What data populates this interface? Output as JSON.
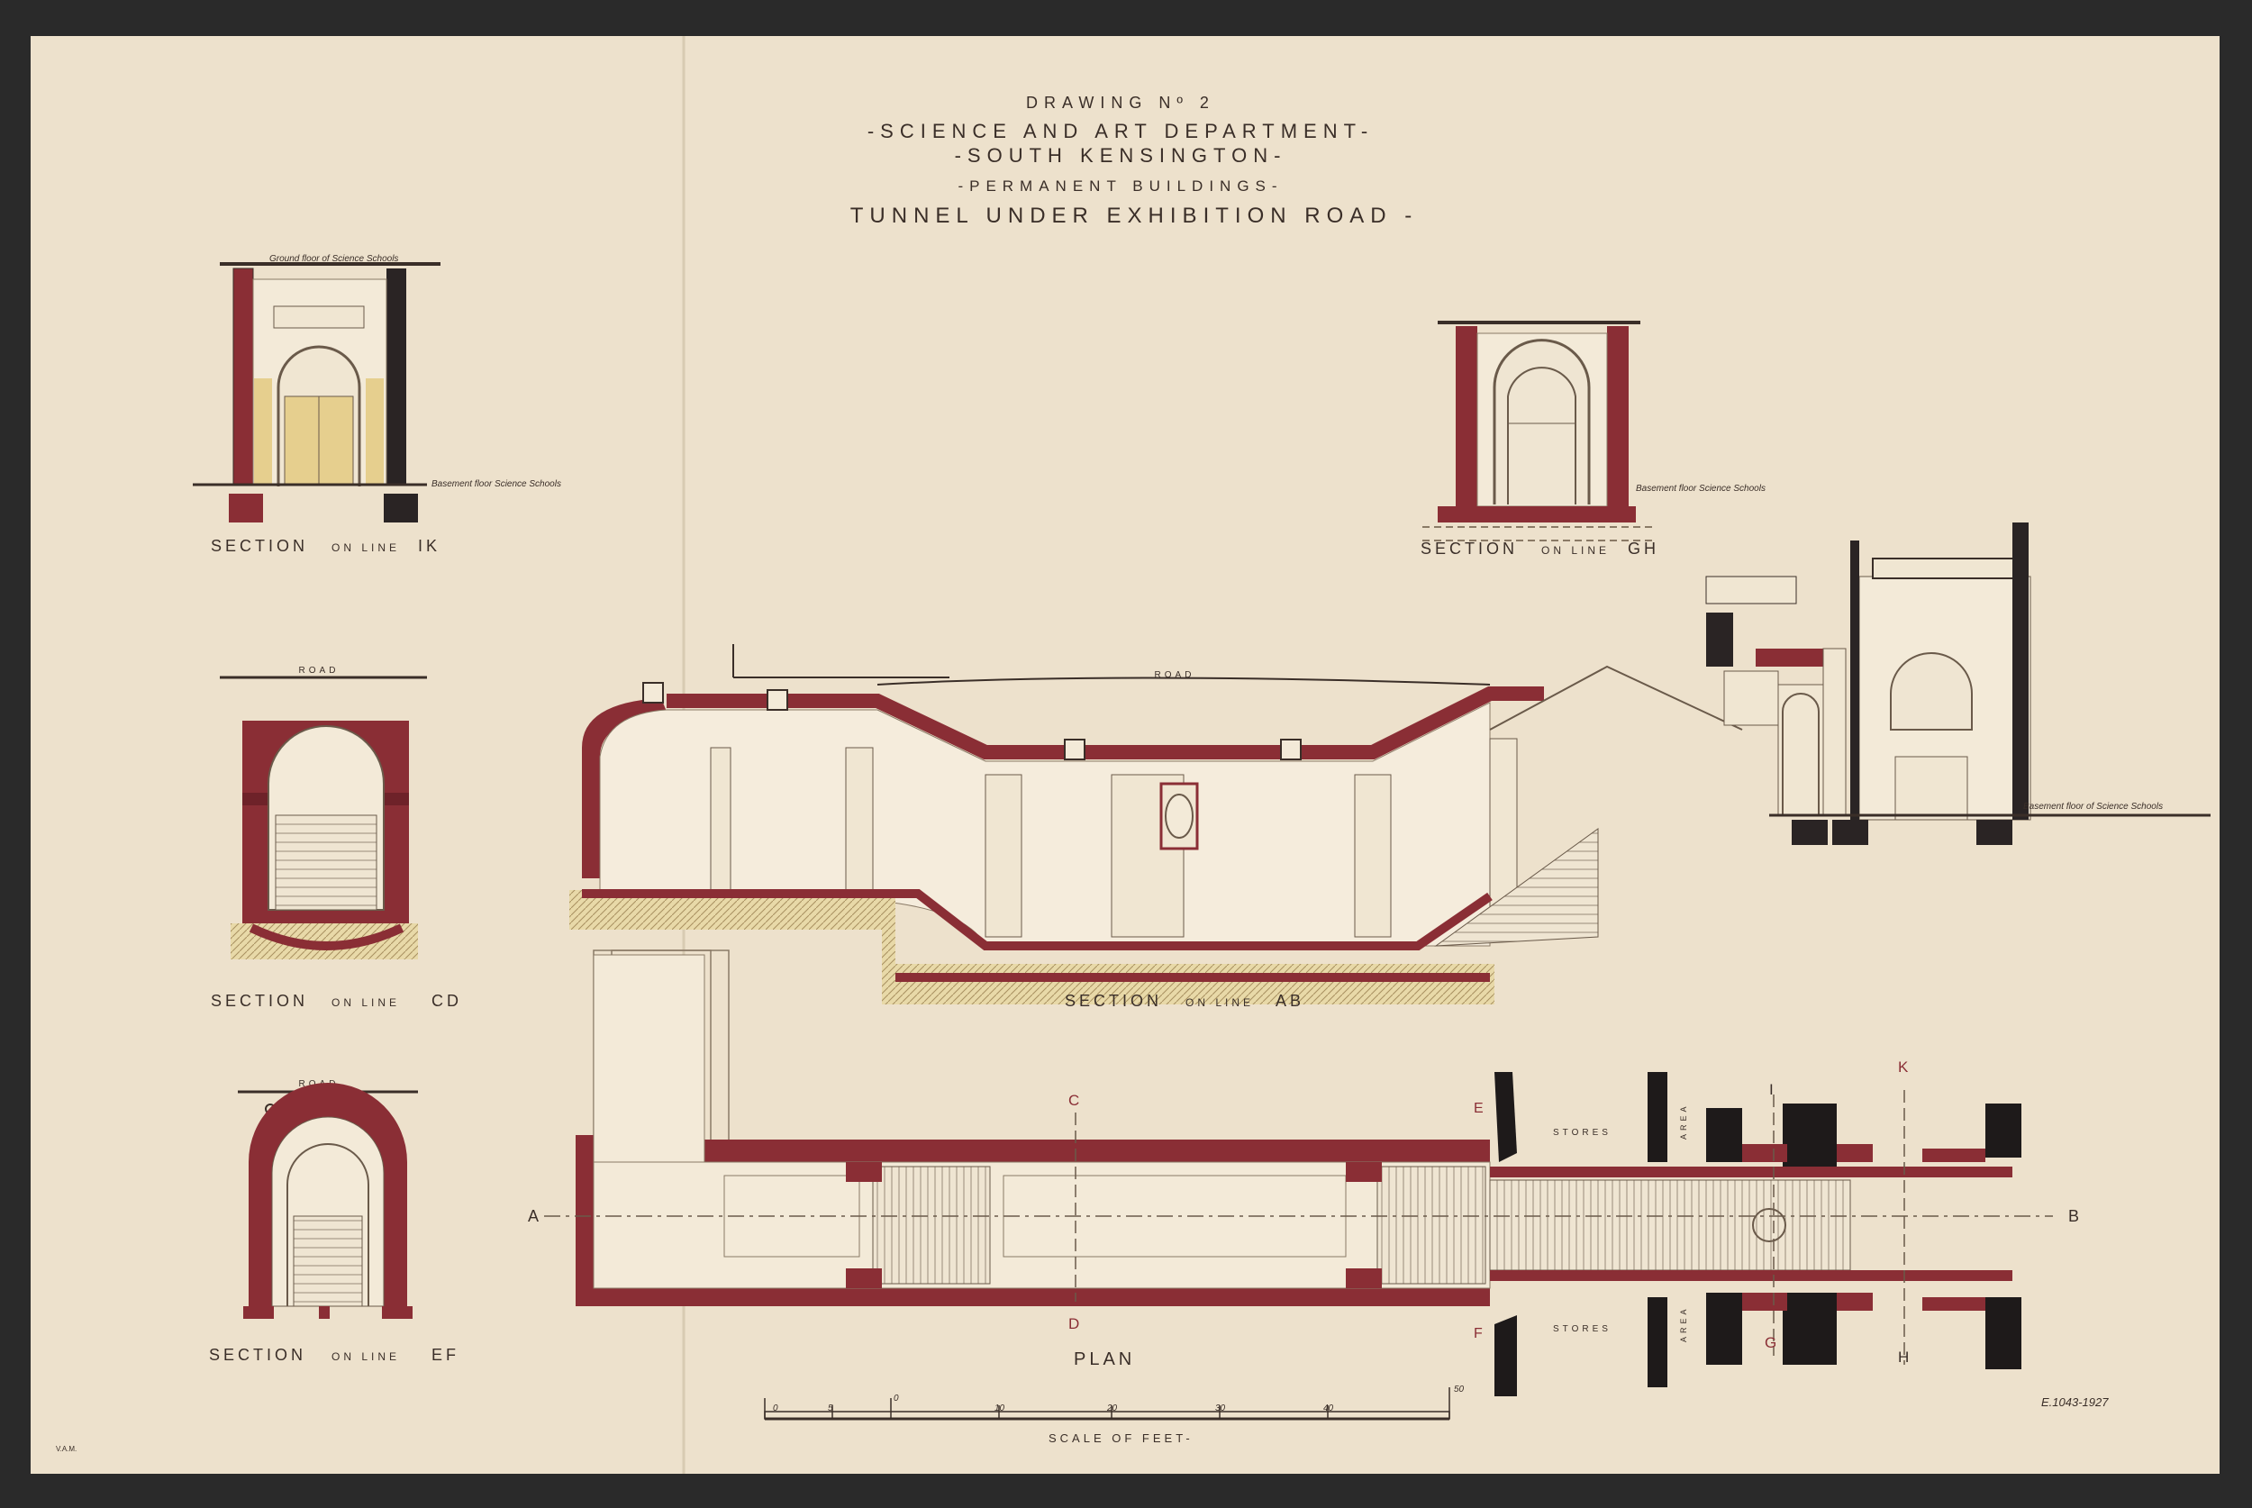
{
  "title": {
    "drawing_no": "DRAWING Nº 2",
    "line1": "-SCIENCE AND ART DEPARTMENT-",
    "line2": "-SOUTH KENSINGTON-",
    "line3": "-PERMANENT BUILDINGS-",
    "line4": "TUNNEL UNDER EXHIBITION ROAD -"
  },
  "sections": {
    "ik": {
      "label": "SECTION",
      "on_line": "ON LINE",
      "code": "IK",
      "note_top": "Ground floor of Science Schools",
      "note_bottom": "Basement floor Science Schools"
    },
    "gh": {
      "label": "SECTION",
      "on_line": "ON LINE",
      "code": "GH",
      "note": "Basement floor Science Schools"
    },
    "cd": {
      "label": "SECTION",
      "on_line": "ON LINE",
      "code": "CD",
      "road": "ROAD"
    },
    "ef": {
      "label": "SECTION",
      "on_line": "ON LINE",
      "code": "EF",
      "road": "ROAD"
    },
    "ab": {
      "label": "SECTION",
      "on_line": "ON LINE",
      "code": "AB",
      "road": "ROAD",
      "note": "Basement floor of Science Schools"
    }
  },
  "plan": {
    "label": "PLAN",
    "stores_top": "STORES",
    "stores_bottom": "STORES",
    "area_top": "AREA",
    "area_bottom": "AREA",
    "markers": {
      "a": "A",
      "b": "B",
      "c": "C",
      "d": "D",
      "e": "E",
      "f": "F",
      "g": "G",
      "h": "H",
      "i": "I",
      "k": "K"
    }
  },
  "scale": {
    "label": "SCALE OF FEET-",
    "ticks": [
      "0",
      "5",
      "0",
      "10",
      "20",
      "30",
      "40",
      "50"
    ]
  },
  "stamps": {
    "corner": "V.A.M.",
    "catalogue": "E.1043-1927"
  },
  "colors": {
    "paper": "#ede1cc",
    "brick": "#8a2e35",
    "fill_yellow": "#e6cf8e",
    "ink": "#3a2e28",
    "black_wall": "#1e1a1a"
  }
}
